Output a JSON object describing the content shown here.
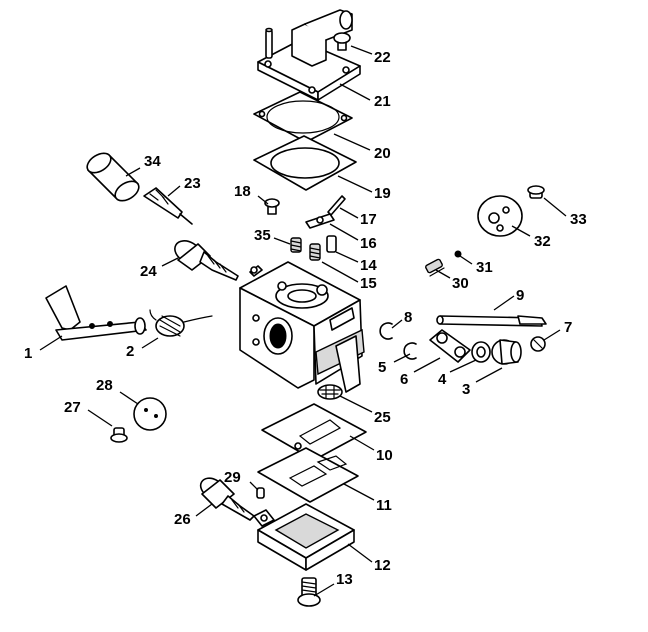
{
  "callouts": {
    "c1": "1",
    "c2": "2",
    "c3": "3",
    "c4": "4",
    "c5": "5",
    "c6": "6",
    "c7": "7",
    "c8": "8",
    "c9": "9",
    "c10": "10",
    "c11": "11",
    "c12": "12",
    "c13": "13",
    "c14": "14",
    "c15": "15",
    "c16": "16",
    "c17": "17",
    "c18": "18",
    "c19": "19",
    "c20": "20",
    "c21": "21",
    "c22": "22",
    "c23": "23",
    "c24": "24",
    "c25": "25",
    "c26": "26",
    "c27": "27",
    "c28": "28",
    "c29": "29",
    "c30": "30",
    "c31": "31",
    "c32": "32",
    "c33": "33",
    "c34": "34",
    "c35": "35"
  },
  "colors": {
    "line": "#000000",
    "background": "#ffffff",
    "shade": "#d9d9d9"
  }
}
